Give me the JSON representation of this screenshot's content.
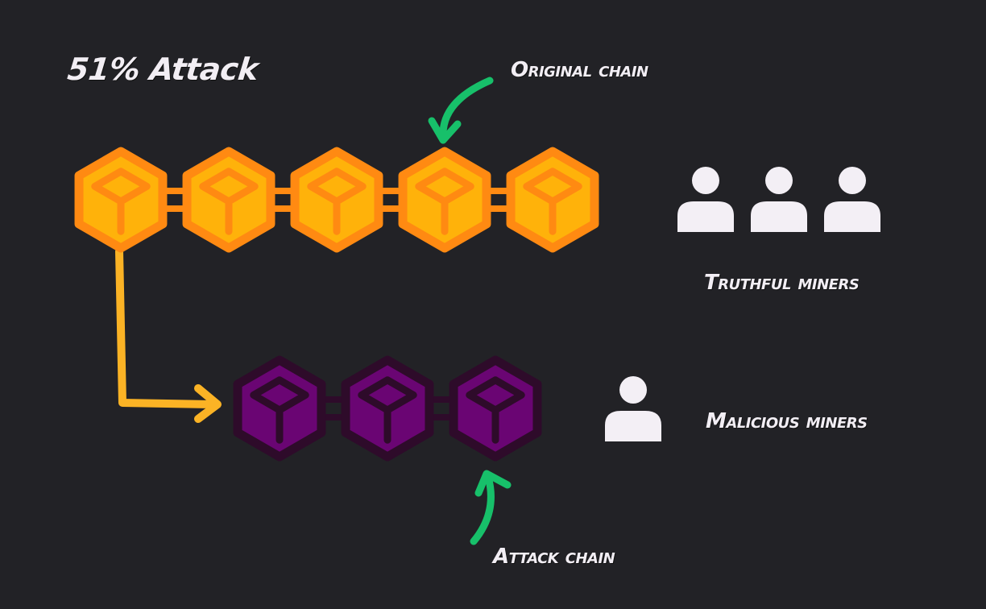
{
  "title": "51% Attack",
  "labels": {
    "original_chain": "Original chain",
    "attack_chain": "Attack chain",
    "truthful_miners": "Truthful miners",
    "malicious_miners": "Malicious miners"
  },
  "original_chain": {
    "block_count": 5,
    "fill_color": "#ffb20a",
    "edge_color": "#ff8a12",
    "link_color": "#ff8a12"
  },
  "attack_chain": {
    "block_count": 3,
    "fill_color": "#6a0573",
    "edge_color": "#2e0b2a",
    "link_color": "#2e0b2a"
  },
  "miners": {
    "truthful_count": 3,
    "malicious_count": 1,
    "icon": "user-icon",
    "color": "#f3eff5"
  },
  "colors": {
    "background": "#222226",
    "pointer_arrow": "#17c06a",
    "fork_arrow": "#fbb325",
    "text": "#f2eef4"
  }
}
